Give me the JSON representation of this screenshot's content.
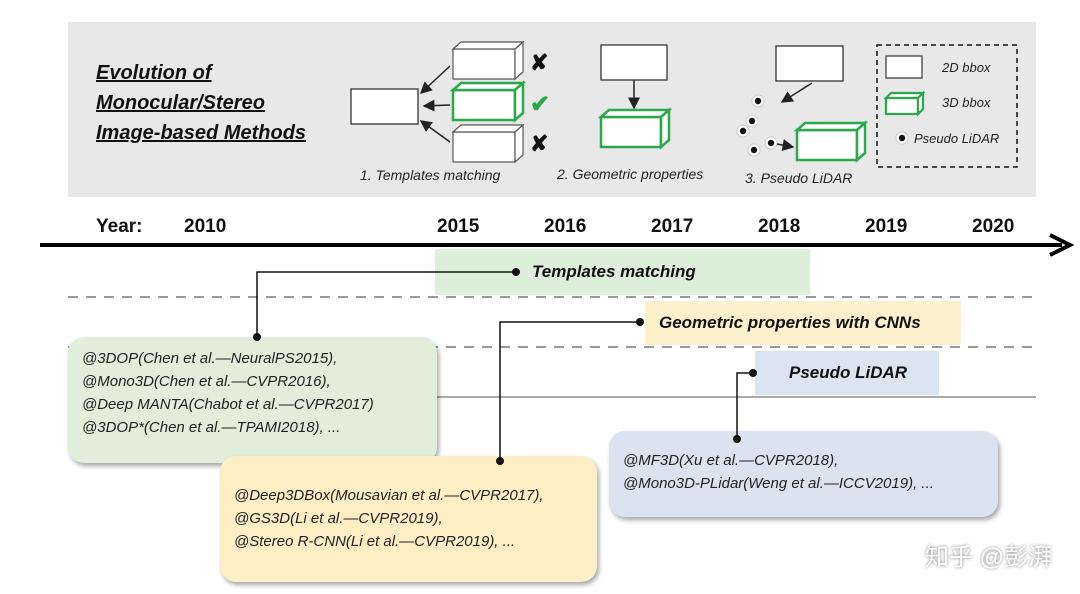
{
  "header": {
    "title_lines": [
      "Evolution of",
      "Monocular/Stereo",
      "Image-based Methods"
    ],
    "captions": {
      "templates": "1. Templates matching",
      "geometric": "2. Geometric properties",
      "pseudo": "3. Pseudo LiDAR"
    },
    "legend": {
      "bbox2d": "2D  bbox",
      "bbox3d": "3D  bbox",
      "pseudo": "Pseudo LiDAR"
    },
    "marks": {
      "cross": "✘",
      "check": "✔"
    }
  },
  "timeline": {
    "label": "Year:",
    "years": [
      "2010",
      "2015",
      "2016",
      "2017",
      "2018",
      "2019",
      "2020"
    ]
  },
  "bands": {
    "templates": "Templates matching",
    "geometric": "Geometric properties with CNNs",
    "pseudo": "Pseudo LiDAR"
  },
  "boxes": {
    "templates": [
      "@3DOP(Chen et al.—NeuralPS2015),",
      "@Mono3D(Chen et al.—CVPR2016),",
      "@Deep MANTA(Chabot et al.—CVPR2017)",
      "@3DOP*(Chen et al.—TPAMI2018), ..."
    ],
    "geometric": [
      "@Deep3DBox(Mousavian et al.—CVPR2017),",
      "@GS3D(Li et al.—CVPR2019),",
      "@Stereo R-CNN(Li et al.—CVPR2019), ..."
    ],
    "pseudo": [
      "@MF3D(Xu et al.—CVPR2018),",
      "@Mono3D-PLidar(Weng et al.—ICCV2019), ..."
    ]
  },
  "watermark": "知乎 @彭湃",
  "colors": {
    "panel": "#e8e8e8",
    "green_box": "#2aa84a",
    "templates_band": "#dcefd8",
    "geometric_band": "#fdf0cc",
    "pseudo_band": "#dbe5f1",
    "templates_box": "#e2eed9",
    "geometric_box": "#fdeec6",
    "pseudo_box": "#dbe3f0"
  }
}
